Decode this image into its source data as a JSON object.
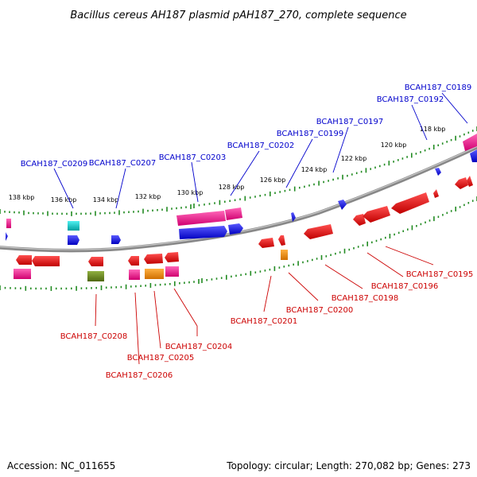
{
  "title": "Bacillus cereus AH187 plasmid pAH187_270, complete sequence",
  "footer": {
    "accession": "Accession: NC_011655",
    "summary": "Topology: circular; Length: 270,082 bp; Genes: 273"
  },
  "colors": {
    "forward_cds": "#0000ee",
    "reverse_cds": "#ee0000",
    "rna": "#ff1493",
    "pseudo": "#ff8c00",
    "misc": "#00c8c8",
    "olive": "#6b8e23",
    "backbone": "#888888",
    "ticks": "#228b22",
    "label_top": "#0000cc",
    "label_bottom": "#cc0000"
  },
  "kbp_ticks": [
    "138 kbp",
    "136 kbp",
    "134 kbp",
    "132 kbp",
    "130 kbp",
    "128 kbp",
    "126 kbp",
    "124 kbp",
    "122 kbp",
    "120 kbp",
    "118 kbp"
  ],
  "top_genes": [
    "BCAH187_C0209",
    "BCAH187_C0207",
    "BCAH187_C0203",
    "BCAH187_C0202",
    "BCAH187_C0199",
    "BCAH187_C0197",
    "BCAH187_C0192",
    "BCAH187_C0189"
  ],
  "bottom_genes": [
    "BCAH187_C0208",
    "BCAH187_C0206",
    "BCAH187_C0205",
    "BCAH187_C0204",
    "BCAH187_C0201",
    "BCAH187_C0200",
    "BCAH187_C0198",
    "BCAH187_C0196",
    "BCAH187_C0195"
  ]
}
